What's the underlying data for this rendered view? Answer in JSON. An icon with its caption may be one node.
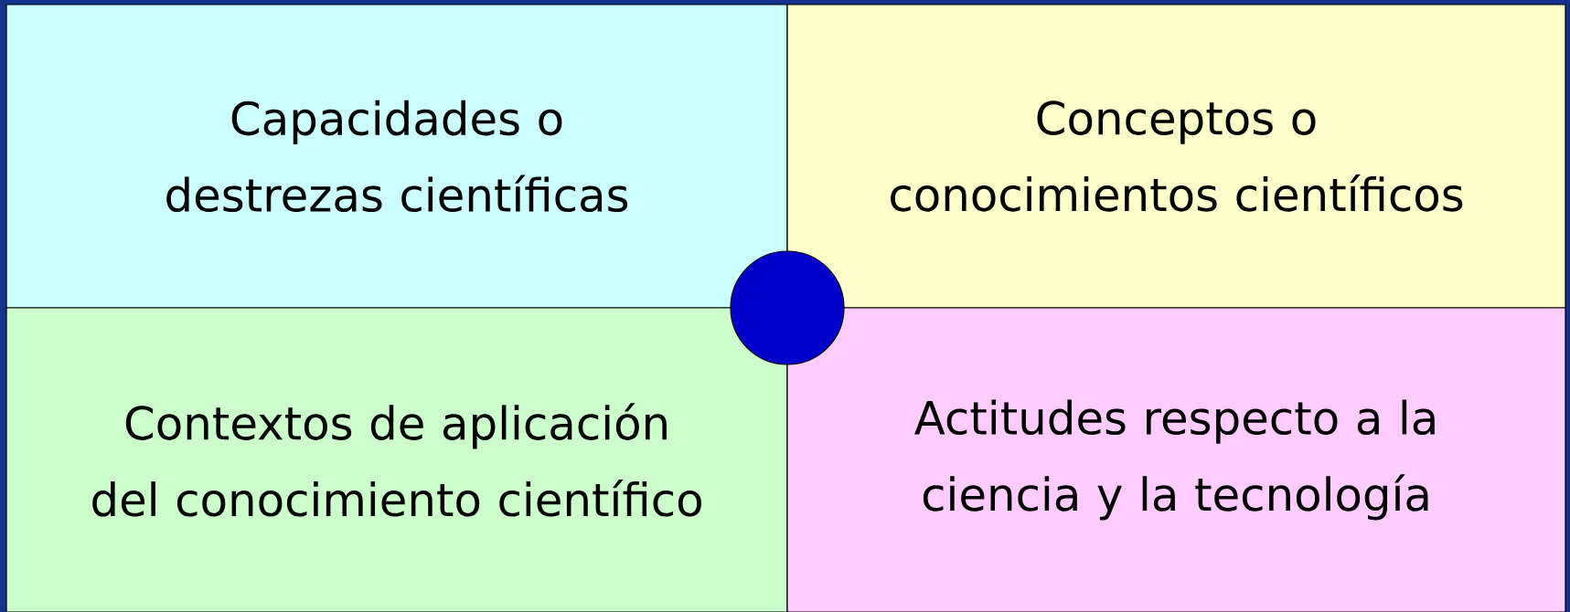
{
  "diagram": {
    "nodes": [
      {
        "text": [
          "Capacidades o destrezas científicas"
        ]
      },
      {
        "text": [
          "Conceptos o conocimientos científicos"
        ]
      },
      {
        "text": [
          "Contextos de aplicación del conocimiento científico"
        ]
      },
      {
        "text": [
          "Actitudes respecto a la ciencia y la tecnología"
        ]
      },
      {
        "text": [],
        "shape": "circle"
      }
    ]
  }
}
